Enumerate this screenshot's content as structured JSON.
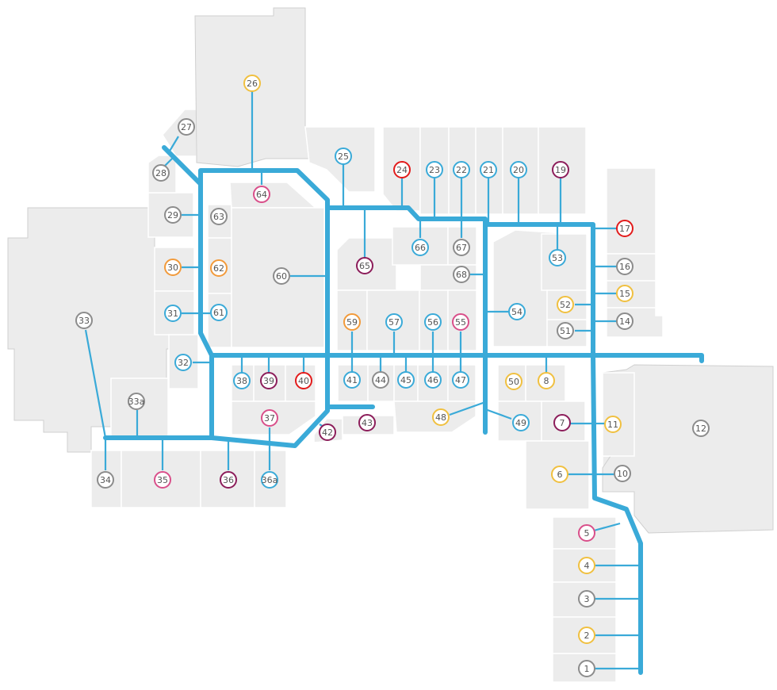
{
  "category_colors": {
    "blue": "#3aaad8",
    "grey": "#8c8c8c",
    "orange": "#f29a3a",
    "yellow": "#f0c040",
    "pink": "#d94f8a",
    "purple": "#8c1d5a",
    "red": "#e21b1b"
  },
  "stores": [
    {
      "label": "1",
      "cat": "grey"
    },
    {
      "label": "2",
      "cat": "yellow"
    },
    {
      "label": "3",
      "cat": "grey"
    },
    {
      "label": "4",
      "cat": "yellow"
    },
    {
      "label": "5",
      "cat": "pink"
    },
    {
      "label": "6",
      "cat": "yellow"
    },
    {
      "label": "7",
      "cat": "purple"
    },
    {
      "label": "8",
      "cat": "yellow"
    },
    {
      "label": "10",
      "cat": "grey"
    },
    {
      "label": "11",
      "cat": "yellow"
    },
    {
      "label": "12",
      "cat": "grey"
    },
    {
      "label": "14",
      "cat": "grey"
    },
    {
      "label": "15",
      "cat": "yellow"
    },
    {
      "label": "16",
      "cat": "grey"
    },
    {
      "label": "17",
      "cat": "red"
    },
    {
      "label": "19",
      "cat": "purple"
    },
    {
      "label": "20",
      "cat": "blue"
    },
    {
      "label": "21",
      "cat": "blue"
    },
    {
      "label": "22",
      "cat": "blue"
    },
    {
      "label": "23",
      "cat": "blue"
    },
    {
      "label": "24",
      "cat": "red"
    },
    {
      "label": "25",
      "cat": "blue"
    },
    {
      "label": "26",
      "cat": "yellow"
    },
    {
      "label": "27",
      "cat": "grey"
    },
    {
      "label": "28",
      "cat": "grey"
    },
    {
      "label": "29",
      "cat": "grey"
    },
    {
      "label": "30",
      "cat": "orange"
    },
    {
      "label": "31",
      "cat": "blue"
    },
    {
      "label": "32",
      "cat": "blue"
    },
    {
      "label": "33",
      "cat": "grey"
    },
    {
      "label": "33a",
      "cat": "grey"
    },
    {
      "label": "34",
      "cat": "grey"
    },
    {
      "label": "35",
      "cat": "pink"
    },
    {
      "label": "36",
      "cat": "purple"
    },
    {
      "label": "36a",
      "cat": "blue"
    },
    {
      "label": "37",
      "cat": "pink"
    },
    {
      "label": "38",
      "cat": "blue"
    },
    {
      "label": "39",
      "cat": "purple"
    },
    {
      "label": "40",
      "cat": "red"
    },
    {
      "label": "41",
      "cat": "blue"
    },
    {
      "label": "42",
      "cat": "purple"
    },
    {
      "label": "43",
      "cat": "purple"
    },
    {
      "label": "44",
      "cat": "grey"
    },
    {
      "label": "45",
      "cat": "blue"
    },
    {
      "label": "46",
      "cat": "blue"
    },
    {
      "label": "47",
      "cat": "blue"
    },
    {
      "label": "48",
      "cat": "yellow"
    },
    {
      "label": "49",
      "cat": "blue"
    },
    {
      "label": "50",
      "cat": "yellow"
    },
    {
      "label": "51",
      "cat": "grey"
    },
    {
      "label": "52",
      "cat": "yellow"
    },
    {
      "label": "53",
      "cat": "blue"
    },
    {
      "label": "54",
      "cat": "blue"
    },
    {
      "label": "55",
      "cat": "pink"
    },
    {
      "label": "56",
      "cat": "blue"
    },
    {
      "label": "57",
      "cat": "blue"
    },
    {
      "label": "59",
      "cat": "orange"
    },
    {
      "label": "60",
      "cat": "grey"
    },
    {
      "label": "61",
      "cat": "blue"
    },
    {
      "label": "62",
      "cat": "orange"
    },
    {
      "label": "63",
      "cat": "grey"
    },
    {
      "label": "64",
      "cat": "pink"
    },
    {
      "label": "65",
      "cat": "purple"
    },
    {
      "label": "66",
      "cat": "blue"
    },
    {
      "label": "67",
      "cat": "grey"
    },
    {
      "label": "68",
      "cat": "grey"
    }
  ]
}
